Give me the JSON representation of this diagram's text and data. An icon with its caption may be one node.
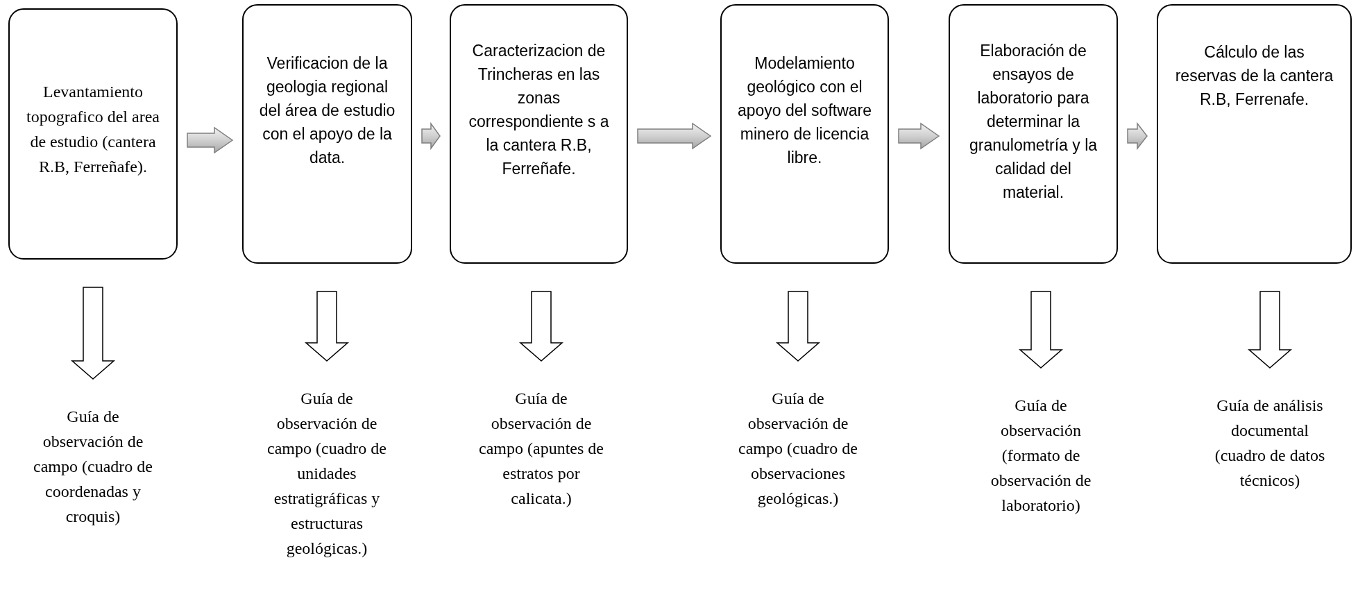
{
  "diagram": {
    "nodes": [
      {
        "text": [
          "Levantamiento topografico del area de estudio (cantera R.B, Ferreñafe)."
        ]
      },
      {
        "text": [
          "Verificacion de la geologia regional  del área de estudio con el apoyo de la data."
        ]
      },
      {
        "text": [
          "Caracterizacion de Trincheras en las zonas correspondiente s a  la cantera R.B, Ferreñafe."
        ]
      },
      {
        "text": [
          "Modelamiento geológico con el apoyo del software minero de licencia libre."
        ]
      },
      {
        "text": [
          "Elaboración de ensayos de laboratorio para determinar la granulometría y la calidad del material."
        ]
      },
      {
        "text": [
          "Cálculo de las reservas de la cantera R.B, Ferrenafe."
        ]
      },
      {
        "text": [
          "Guía de observación de campo (cuadro de coordenadas y croquis)"
        ]
      },
      {
        "text": [
          "Guía de observación de campo (cuadro de unidades estratigráficas y estructuras geológicas.)"
        ]
      },
      {
        "text": [
          "Guía de observación de campo (apuntes de estratos por calicata.)"
        ]
      },
      {
        "text": [
          "Guía de observación de campo (cuadro de observaciones geológicas.)"
        ]
      },
      {
        "text": [
          "Guía de observación (formato de observación de laboratorio)"
        ]
      },
      {
        "text": [
          "Guía de análisis documental (cuadro de datos técnicos)"
        ]
      }
    ],
    "edges": [
      {
        "from": 0,
        "to": 1,
        "arrow": "to"
      },
      {
        "from": 1,
        "to": 2,
        "arrow": "to"
      },
      {
        "from": 2,
        "to": 3,
        "arrow": "to"
      },
      {
        "from": 3,
        "to": 4,
        "arrow": "to"
      },
      {
        "from": 4,
        "to": 5,
        "arrow": "to"
      },
      {
        "from": 0,
        "to": 6,
        "arrow": "to"
      },
      {
        "from": 1,
        "to": 7,
        "arrow": "to"
      },
      {
        "from": 2,
        "to": 8,
        "arrow": "to"
      },
      {
        "from": 3,
        "to": 9,
        "arrow": "to"
      },
      {
        "from": 4,
        "to": 10,
        "arrow": "to"
      },
      {
        "from": 5,
        "to": 11,
        "arrow": "to"
      }
    ]
  }
}
